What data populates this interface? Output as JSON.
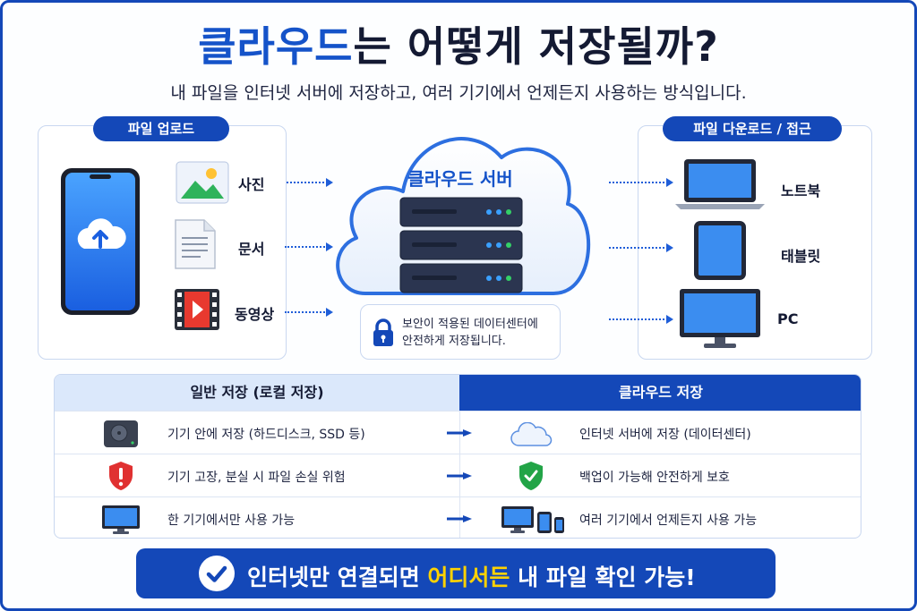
{
  "title": {
    "highlight": "클라우드",
    "rest": "는 어떻게 저장될까?"
  },
  "subtitle": "내 파일을 인터넷 서버에 저장하고, 여러 기기에서 언제든지 사용하는 방식입니다.",
  "upload": {
    "label": "파일 업로드",
    "items": [
      {
        "label": "사진",
        "icon": "photo-icon"
      },
      {
        "label": "문서",
        "icon": "document-icon"
      },
      {
        "label": "동영상",
        "icon": "video-icon"
      }
    ]
  },
  "cloud": {
    "label": "클라우드 서버",
    "security_line1": "보안이 적용된 데이터센터에",
    "security_line2": "안전하게 저장됩니다."
  },
  "download": {
    "label": "파일 다운로드 / 접근",
    "devices": [
      {
        "label": "노트북",
        "icon": "laptop-icon"
      },
      {
        "label": "태블릿",
        "icon": "tablet-icon"
      },
      {
        "label": "PC",
        "icon": "monitor-icon"
      }
    ]
  },
  "comparison": {
    "left_header": "일반 저장 (로컬 저장)",
    "right_header": "클라우드 저장",
    "rows": [
      {
        "left": "기기 안에 저장 (하드디스크, SSD 등)",
        "right": "인터넷 서버에 저장 (데이터센터)",
        "left_icon": "hard-drive-icon",
        "right_icon": "cloud-icon"
      },
      {
        "left": "기기 고장, 분실 시 파일 손실 위험",
        "right": "백업이 가능해 안전하게 보호",
        "left_icon": "warning-shield-icon",
        "right_icon": "check-shield-icon"
      },
      {
        "left": "한 기기에서만 사용 가능",
        "right": "여러 기기에서 언제든지 사용 가능",
        "left_icon": "monitor-icon",
        "right_icon": "multi-device-icon"
      }
    ]
  },
  "footer": {
    "part1": "인터넷만 연결되면 ",
    "highlight": "어디서든",
    "part2": " 내 파일 확인 가능!"
  },
  "colors": {
    "primary": "#1448b8",
    "accent": "#1553c9",
    "highlight": "#ffd200",
    "green": "#22a447",
    "red": "#e03131"
  }
}
